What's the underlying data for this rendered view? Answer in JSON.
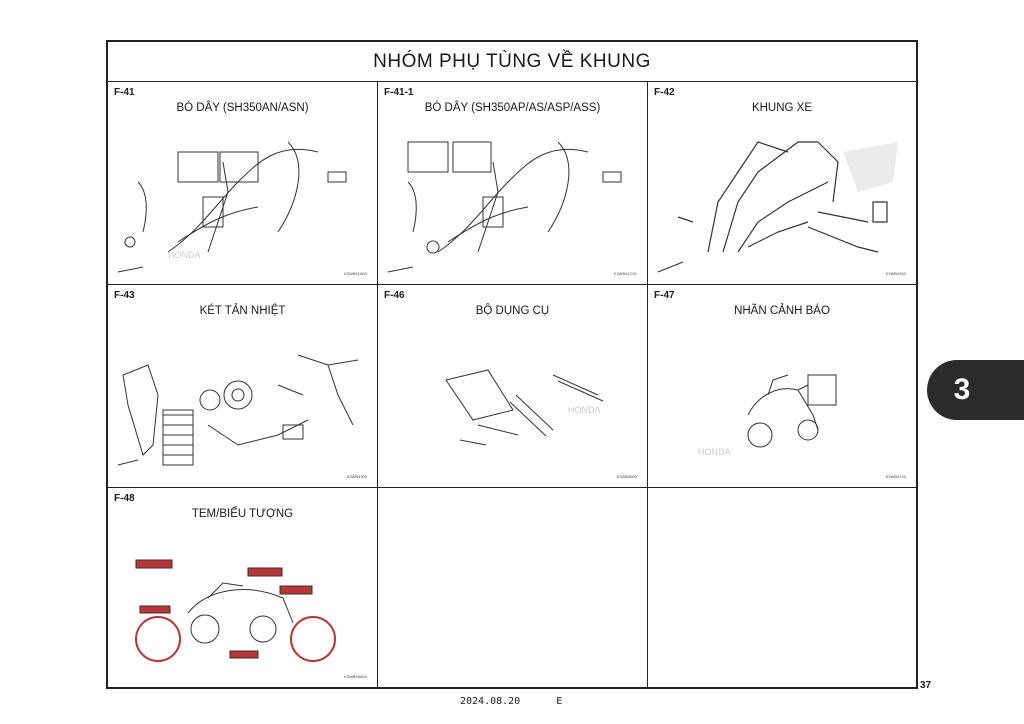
{
  "page": {
    "title": "NHÓM PHỤ TÙNG VỀ KHUNG",
    "tab_label": "3",
    "page_number": "37",
    "footer_date": "2024.08.20",
    "footer_lang": "E"
  },
  "panels": [
    {
      "code": "F-41",
      "title": "BÓ DÂY (SH350AN/ASN)",
      "ref": "K3WB41A00",
      "kind": "harness"
    },
    {
      "code": "F-41-1",
      "title": "BÓ DÂY (SH350AP/AS/ASP/ASS)",
      "ref": "K3WB41C01",
      "kind": "harness"
    },
    {
      "code": "F-42",
      "title": "KHUNG XE",
      "ref": "K3WB4200",
      "kind": "frame"
    },
    {
      "code": "F-43",
      "title": "KÉT TẢN NHIỆT",
      "ref": "K3WB4300",
      "kind": "radiator"
    },
    {
      "code": "F-46",
      "title": "BỘ DỤNG CỤ",
      "ref": "K3WB4600",
      "kind": "tools"
    },
    {
      "code": "F-47",
      "title": "NHÃN CẢNH BÁO",
      "ref": "K3WB4700",
      "kind": "labels"
    },
    {
      "code": "F-48",
      "title": "TEM/BIỂU TƯỢNG",
      "ref": "K3WB4800A",
      "kind": "emblem"
    }
  ]
}
